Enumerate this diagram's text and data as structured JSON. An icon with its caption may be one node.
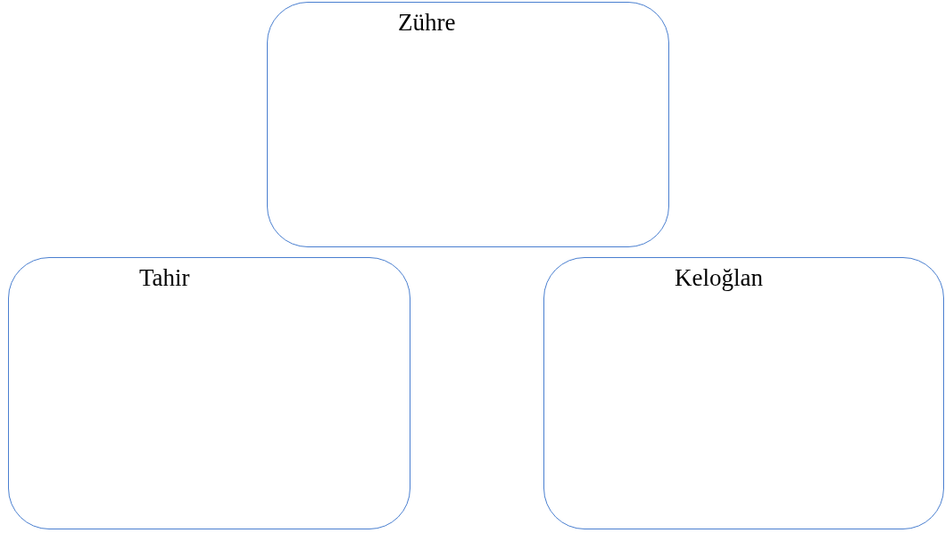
{
  "diagram": {
    "nodes": [
      {
        "text": [
          "Zühre"
        ]
      },
      {
        "text": [
          "Tahir"
        ]
      },
      {
        "text": [
          "Keloğlan"
        ]
      }
    ]
  }
}
